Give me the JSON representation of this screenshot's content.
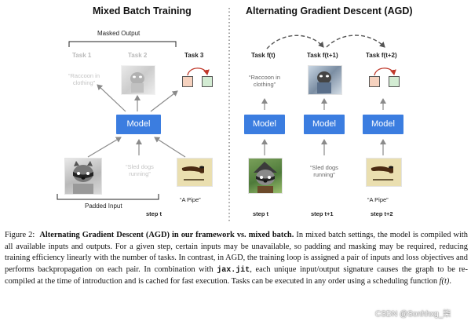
{
  "left_panel": {
    "title": "Mixed Batch Training",
    "masked_output_label": "Masked Output",
    "tasks": [
      "Task 1",
      "Task 2",
      "Task 3"
    ],
    "output_text_task1": "“Raccoon in clothing”",
    "model_label": "Model",
    "input_sled": "“Sled dogs running”",
    "input_pipe": "“A Pipe”",
    "padded_input_label": "Padded Input",
    "step_label": "step t"
  },
  "right_panel": {
    "title": "Alternating Gradient Descent (AGD)",
    "tasks": [
      "Task f(t)",
      "Task f(t+1)",
      "Task f(t+2)"
    ],
    "output_text": "“Raccoon in clothing”",
    "model_label": "Model",
    "input_sled": "“Sled dogs running”",
    "input_pipe": "“A Pipe”",
    "steps": [
      "step t",
      "step t+1",
      "step t+2"
    ]
  },
  "caption": {
    "figure_label": "Figure 2:",
    "bold_title": "Alternating Gradient Descent (AGD) in our framework vs. mixed batch.",
    "text_1": "In mixed batch settings, the model is compiled with all available inputs and outputs. For a given step, certain inputs may be unavailable, so padding and masking may be required, reducing training efficiency linearly with the number of tasks. In contrast, in AGD, the training loop is assigned a pair of inputs and loss objectives and performs backpropagation on each pair. In combination with",
    "code": "jax.jit",
    "text_2": ", each unique input/output signature causes the graph to be re-compiled at the time of introduction and is cached for fast execution. Tasks can be executed in any order using a scheduling function",
    "func": "f(t)",
    "end": "."
  },
  "watermark": "CSDN @Sonhhxg_柒",
  "colors": {
    "model_blue": "#3b7de0",
    "arrow_red": "#c0392b",
    "square_orange": "#f6d2bf",
    "square_green": "#d3ecd3"
  },
  "icons": [
    "raccoon-image",
    "sled-dogs-image",
    "pipe-painting-image",
    "cycle-arrow-icon"
  ]
}
